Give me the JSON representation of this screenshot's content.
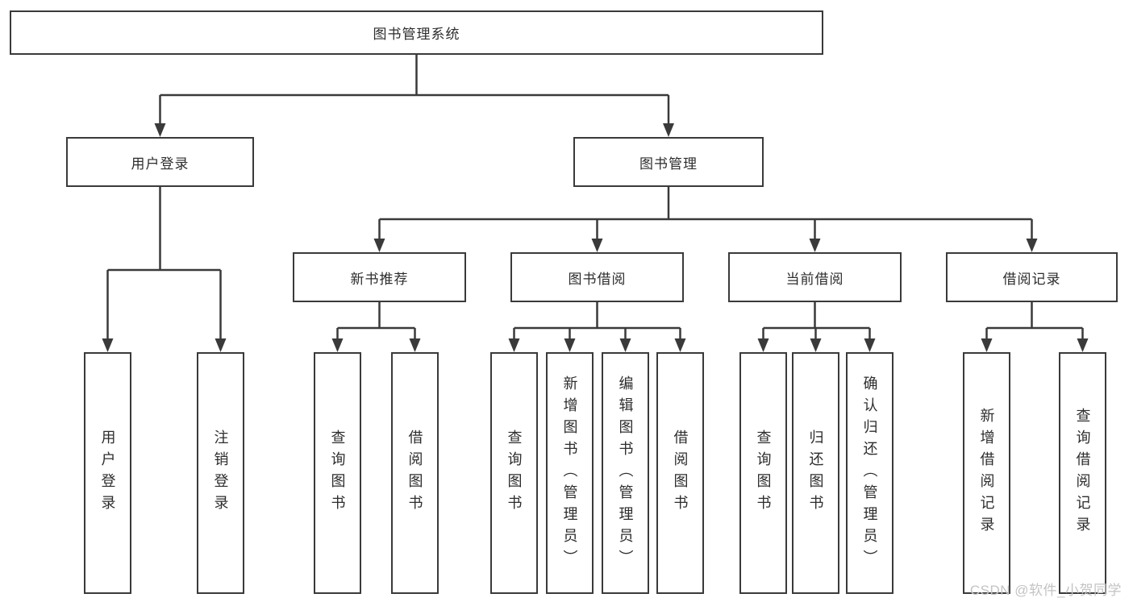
{
  "nodes": {
    "root": "图书管理系统",
    "user_login": "用户登录",
    "book_mgmt": "图书管理",
    "new_book_rec": "新书推荐",
    "book_borrow": "图书借阅",
    "current_borrow": "当前借阅",
    "borrow_record": "借阅记录",
    "leaves": {
      "user_login_1": "用户登录",
      "user_login_2": "注销登录",
      "new_book_1": "查询图书",
      "new_book_2": "借阅图书",
      "borrow_1": "查询图书",
      "borrow_2": "新增图书（管理员）",
      "borrow_3": "编辑图书（管理员）",
      "borrow_4": "借阅图书",
      "current_1": "查询图书",
      "current_2": "归还图书",
      "current_3": "确认归还（管理员）",
      "record_1": "新增借阅记录",
      "record_2": "查询借阅记录"
    }
  },
  "watermark": "CSDN @软件_小贺同学",
  "colors": {
    "line": "#3a3a3a",
    "box_border": "#3a3a3a",
    "text": "#2d2d2d",
    "watermark": "#c3c3c3",
    "background": "#ffffff"
  }
}
